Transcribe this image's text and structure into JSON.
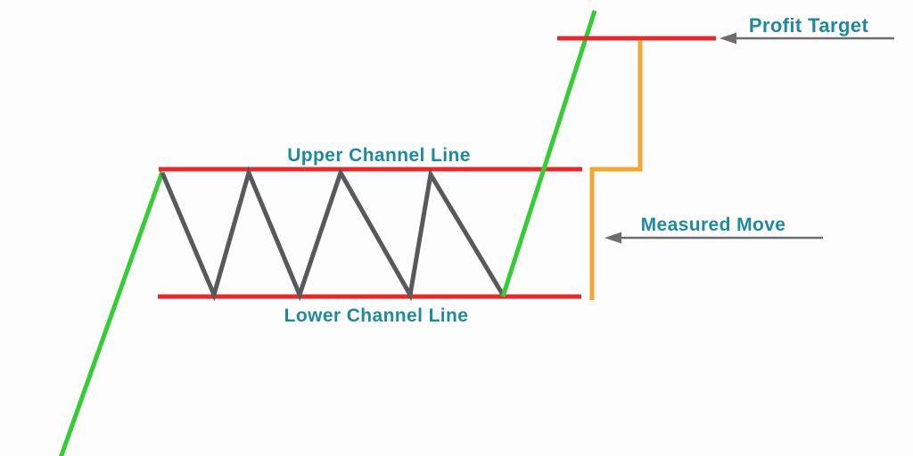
{
  "diagram": {
    "annotations": {
      "profit_target": "Profit Target",
      "upper_channel_line": "Upper Channel Line",
      "lower_channel_line": "Lower Channel Line",
      "measured_move": "Measured Move"
    },
    "colors": {
      "trend_green": "#35cc35",
      "channel_red": "#e42a2a",
      "zigzag_gray": "#59595b",
      "measure_orange": "#f2a532",
      "label_teal": "#1f8a9d",
      "arrow_gray": "#6d6d6d",
      "background": "#fdfdfd"
    }
  }
}
